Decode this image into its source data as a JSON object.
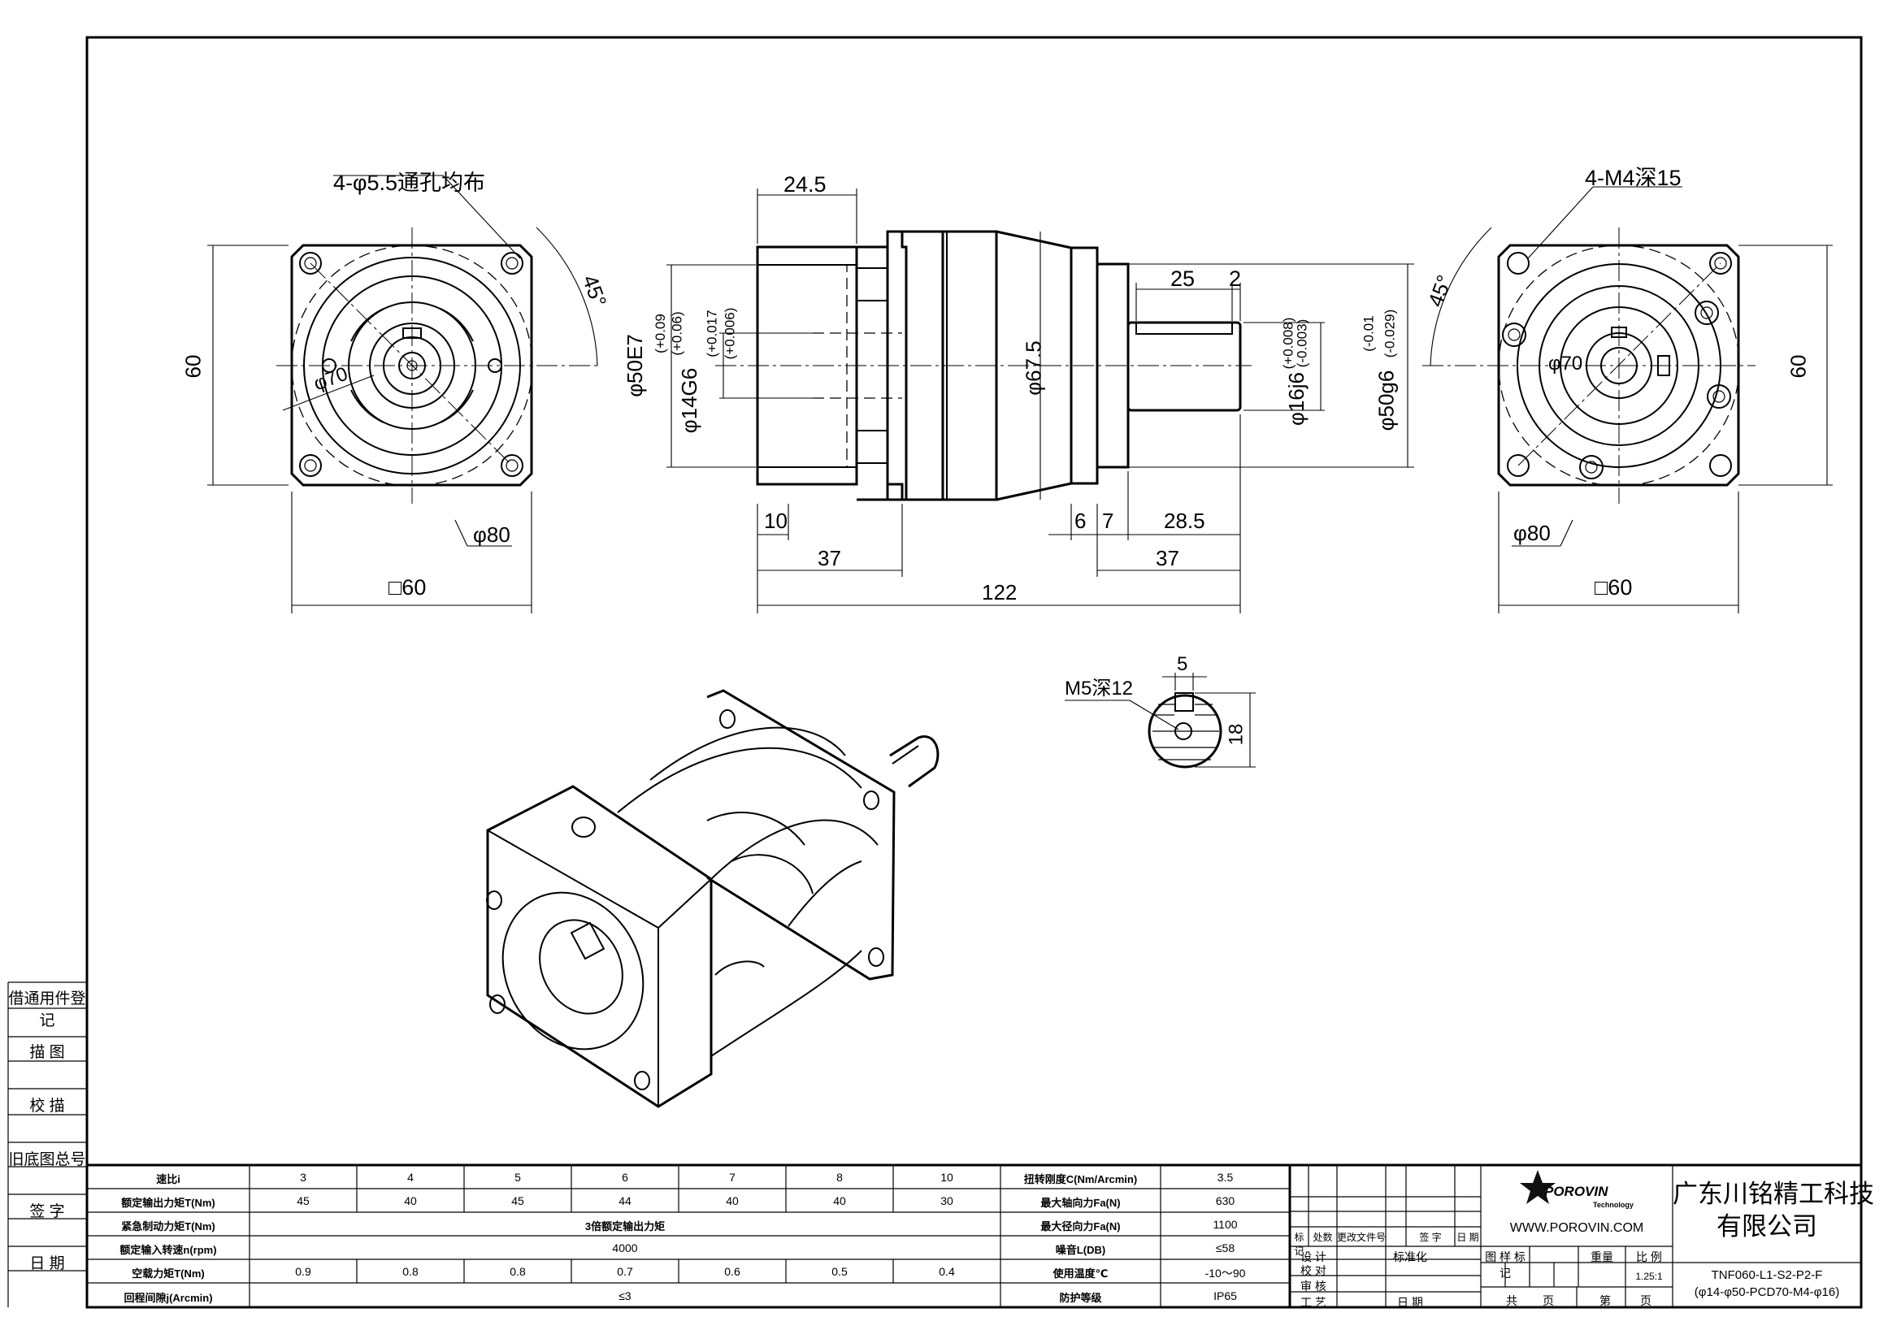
{
  "side_strip": [
    "借通用件登记",
    "描 图",
    "校 描",
    "旧底图总号",
    "签 字",
    "日 期"
  ],
  "dims": {
    "front_holes": "4-φ5.5通孔均布",
    "front_angle": "45°",
    "front_height": "60",
    "front_pcd": "φ70",
    "front_dia": "φ80",
    "front_square": "□60",
    "side_245": "24.5",
    "side_25": "25",
    "side_2": "2",
    "side_50e7": "φ50E7",
    "side_50e7_tol_u": "(+0.09",
    "side_50e7_tol_l": "(+0.06)",
    "side_14g6": "φ14G6",
    "side_14g6_tol_u": "(+0.017",
    "side_14g6_tol_l": "(+0.006)",
    "side_675": "φ67.5",
    "side_16j6": "φ16j6",
    "side_16j6_tol_u": "(+0.008)",
    "side_16j6_tol_l": "(-0.003)",
    "side_50g6": "φ50g6",
    "side_50g6_tol_u": "(-0.01",
    "side_50g6_tol_l": "(-0.029)",
    "side_10": "10",
    "side_6": "6",
    "side_7": "7",
    "side_285": "28.5",
    "side_37a": "37",
    "side_37b": "37",
    "side_122": "122",
    "rear_holes": "4-M4深15",
    "rear_angle": "45°",
    "rear_height": "60",
    "rear_pcd": "φ70",
    "rear_dia": "φ80",
    "rear_square": "□60",
    "sec_m5": "M5深12",
    "sec_5": "5",
    "sec_18": "18"
  },
  "spec_table": {
    "ratio_label": "速比i",
    "ratios": [
      "3",
      "4",
      "5",
      "6",
      "7",
      "8",
      "10"
    ],
    "rated_torque_label": "额定输出力矩T(Nm)",
    "rated_torque": [
      "45",
      "40",
      "45",
      "44",
      "40",
      "40",
      "30"
    ],
    "emergency_label": "紧急制动力矩T(Nm)",
    "emergency_value": "3倍额定输出力矩",
    "input_speed_label": "额定输入转速n(rpm)",
    "input_speed_value": "4000",
    "noload_label": "空载力矩T(Nm)",
    "noload": [
      "0.9",
      "0.8",
      "0.8",
      "0.7",
      "0.6",
      "0.5",
      "0.4"
    ],
    "backlash_label": "回程间隙j(Arcmin)",
    "backlash_value": "≤3",
    "right_rows": [
      {
        "label": "扭转刚度C(Nm/Arcmin)",
        "value": "3.5"
      },
      {
        "label": "最大轴向力Fa(N)",
        "value": "630"
      },
      {
        "label": "最大径向力Fa(N)",
        "value": "1100"
      },
      {
        "label": "噪音L(DB)",
        "value": "≤58"
      },
      {
        "label": "使用温度℃",
        "value": "-10～90"
      },
      {
        "label": "防护等级",
        "value": "IP65"
      }
    ]
  },
  "title_block": {
    "rev_mark": "标记",
    "rev_count": "处数",
    "rev_doc": "更改文件号",
    "rev_sign": "签 字",
    "rev_date": "日 期",
    "design": "设 计",
    "check": "校 对",
    "review": "审 核",
    "process": "工 艺",
    "standard": "标准化",
    "date": "日 期",
    "drawing_mark": "图 样 标 记",
    "weight": "重量",
    "scale_label": "比 例",
    "scale": "1.25:1",
    "total": "共",
    "page": "页",
    "sheet": "第",
    "page2": "页",
    "logo_text": "POROVIN",
    "logo_sub": "Technology",
    "website": "WWW.POROVIN.COM",
    "company_line1": "广东川铭精工科技",
    "company_line2": "有限公司",
    "model_line1": "TNF060-L1-S2-P2-F",
    "model_line2": "(φ14-φ50-PCD70-M4-φ16)"
  }
}
